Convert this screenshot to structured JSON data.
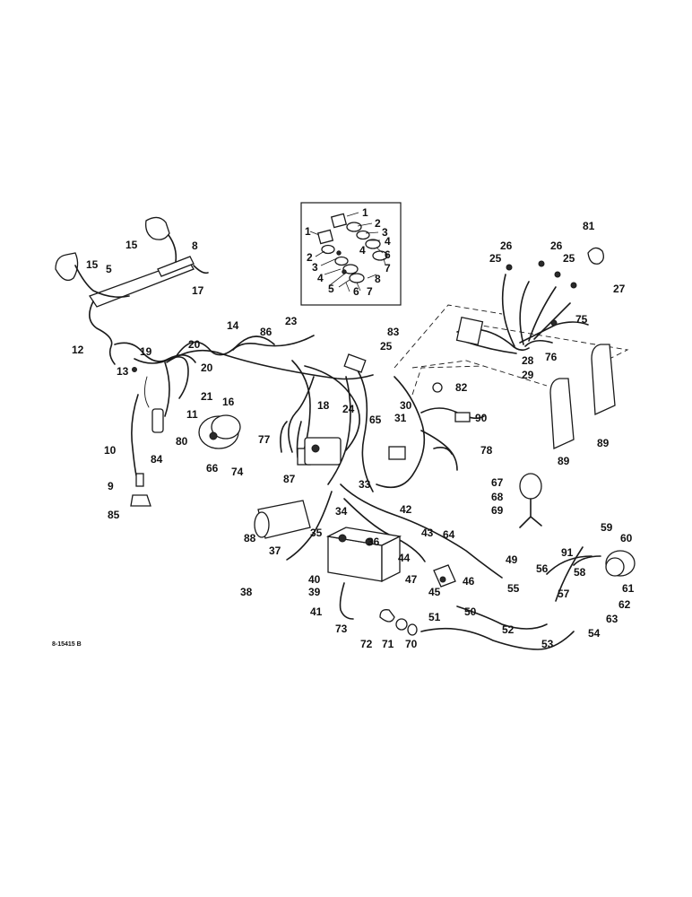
{
  "reference_code": "8-15415 B",
  "inset_callouts": [
    "1",
    "2",
    "3",
    "4",
    "4",
    "6",
    "7",
    "1",
    "2",
    "3",
    "4",
    "5",
    "6",
    "7",
    "8"
  ],
  "callouts": [
    "5",
    "8",
    "9",
    "10",
    "11",
    "12",
    "13",
    "14",
    "15",
    "15",
    "16",
    "17",
    "18",
    "19",
    "20",
    "20",
    "21",
    "23",
    "24",
    "25",
    "25",
    "25",
    "26",
    "26",
    "27",
    "28",
    "29",
    "30",
    "31",
    "33",
    "34",
    "35",
    "36",
    "37",
    "38",
    "39",
    "40",
    "41",
    "42",
    "43",
    "44",
    "45",
    "46",
    "47",
    "49",
    "50",
    "51",
    "52",
    "53",
    "54",
    "55",
    "56",
    "57",
    "58",
    "59",
    "60",
    "61",
    "62",
    "63",
    "64",
    "65",
    "66",
    "67",
    "68",
    "69",
    "70",
    "71",
    "72",
    "73",
    "74",
    "75",
    "76",
    "77",
    "78",
    "80",
    "81",
    "82",
    "83",
    "84",
    "85",
    "86",
    "87",
    "88",
    "89",
    "89",
    "90",
    "91"
  ]
}
